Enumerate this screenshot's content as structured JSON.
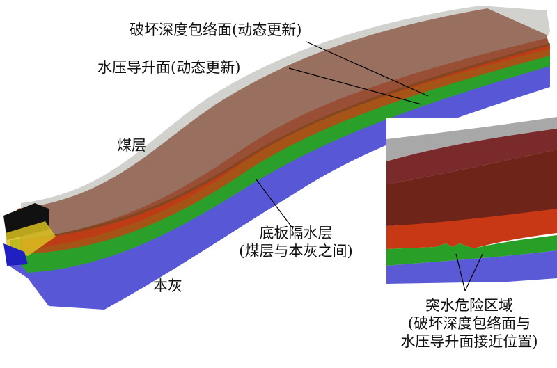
{
  "labels": {
    "failure_envelope": "破坏深度包络面(动态更新)",
    "water_rise": "水压导升面(动态更新)",
    "coal_seam": "煤层",
    "aquiclude_line1": "底板隔水层",
    "aquiclude_line2": "(煤层与本灰之间)",
    "limestone": "本灰",
    "danger_line1": "突水危险区域",
    "danger_line2": "(破坏深度包络面与",
    "danger_line3": "水压导升面接近位置)"
  },
  "colors": {
    "coal_gray": "#a8a8a0",
    "failure_red": "#8a3a1e",
    "water_red": "#d23a10",
    "aquiclude_green": "#2aa02a",
    "limestone_blue": "#5a5ad8",
    "end_yellow": "#d8c020"
  }
}
